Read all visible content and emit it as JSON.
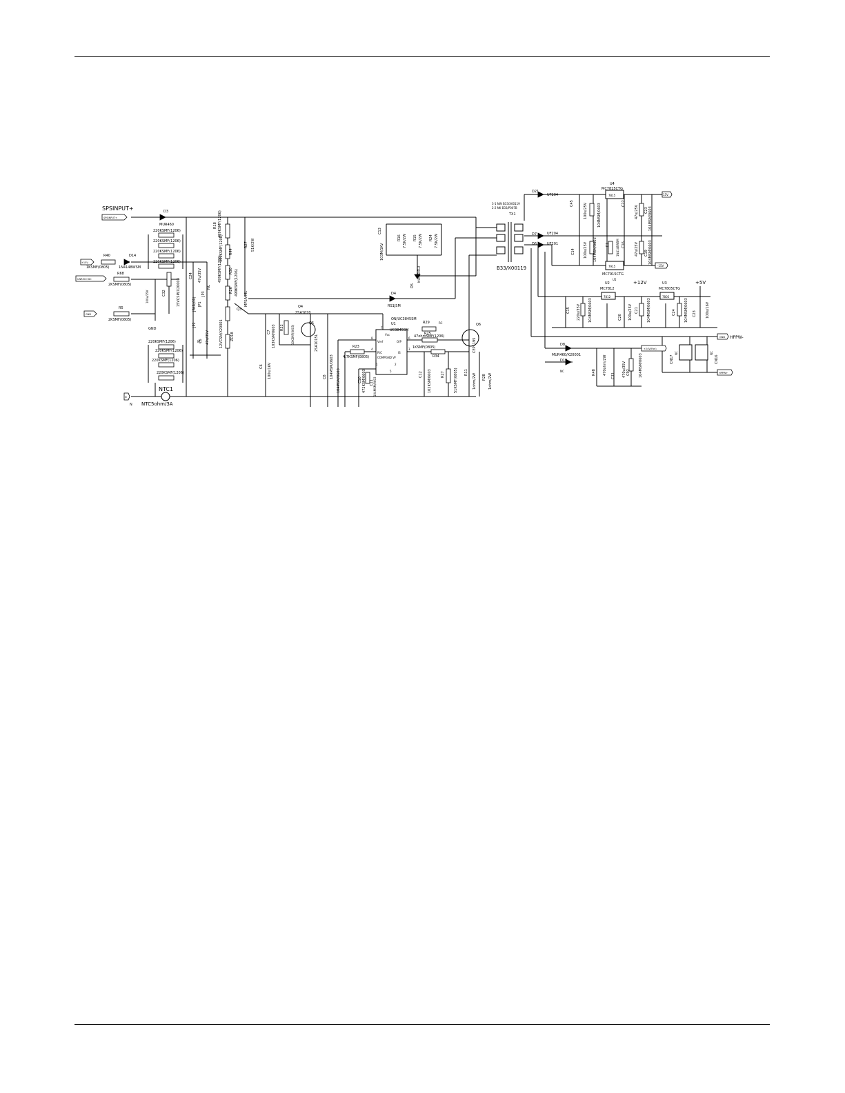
{
  "input": {
    "sps_input_label": "SPSINPUT+",
    "sps_input_flag": "SPSINPUT+",
    "v15_flag": "+15V",
    "unreg_flag": "UNREG+DC",
    "gnd_flag": "GND",
    "gnd_label": "GND",
    "n_flag": "N",
    "n_label": "N"
  },
  "components": {
    "D3": "D3",
    "D3_val": "MUR460",
    "R_top1": "220KSMF(1206)",
    "R_top2": "220KSMF(1206)",
    "R_top3": "220KSMF(1206)",
    "R_top4": "220KSMF(1206)",
    "R40": "R40",
    "R40_val": "1KSMF(0805)",
    "D14": "D14",
    "D14_val": "1N4148WSM",
    "R68": "R68",
    "R68_val": "2KSMF(0805)",
    "R5": "R5",
    "R5_val": "2KSMF(0805)",
    "C32": "C32",
    "C32_val": "15VCSM/X20003",
    "C_small_val": "100u/25V",
    "C24": "C24",
    "C24_val": "47u/35V",
    "JP3": "JP3",
    "JP1": "JP1",
    "JP2": "JP2",
    "JP1_val": "JPAR(0R)",
    "NC": "NC",
    "C5": "C5",
    "C5_val": "47u/35V",
    "R_bot1": "220KSMF(1206)",
    "R_bot2": "220KSMF(1206)",
    "R_bot3": "220KSMF(1206)",
    "R_bot4": "220KSMF(1206)",
    "NTC1": "NTC1",
    "NTC1_val": "NTC5ohm/3A",
    "R18": "R18",
    "R18_val": "499KSMF(1206)",
    "R44": "R44",
    "R44_val": "499KSMF(1206)",
    "R30": "R30",
    "R30_val": "499KSMF(1206)",
    "R26": "R26",
    "R26_val": "499KSMF(1206)",
    "ZD18": "ZD18",
    "ZD18_val": "12VCSM/X20001",
    "R27": "R27",
    "R27_val": "51K/2W",
    "Q3": "Q3",
    "Q3_val": "MPSA44L",
    "C13": "C13",
    "C13_val": "103M/1KV",
    "R16": "R16",
    "R16_val": "7.5K/2W",
    "R15": "R15",
    "R15_val": "7.5K/2W",
    "R24": "R24",
    "R24_val": "7.5K/2W",
    "D5": "D5",
    "D5_val": "MUR460FLU",
    "D4": "D4",
    "D4_val": "RS1JSM",
    "Q4": "Q4",
    "Q4_val": "2SA1020",
    "Q5": "Q5",
    "Q5_val": "2SA1015L",
    "C7": "C7",
    "C7_val": "103KSM/0603",
    "R22": "R22",
    "R22_val": "10KSMF(0603)",
    "C6": "C6",
    "C6_val": "100u/16V",
    "U1": "U1",
    "U1_mfr": "ON/UC3845SM",
    "U1_part": "UC3845SM",
    "U1_vcc": "Vcc",
    "U1_vref": "Vref",
    "U1_rc": "R/C",
    "U1_op": "O/P",
    "U1_is": "IS",
    "U1_comp": "COMPGND VF",
    "U1_p7": "7",
    "U1_p8": "8",
    "U1_p6": "6",
    "U1_p4": "4",
    "U1_p3": "3",
    "U1_p1": "1",
    "U1_p2": "2",
    "U1_p5": "5",
    "R29": "R29",
    "R29_val": "RC",
    "R25": "R25",
    "R25_val": "47ohmSMF(1206)",
    "R34": "R34",
    "R34_val": "1KSMF(0805)",
    "R23": "R23",
    "R23_val": "4.7KSMF(0805)",
    "Q6": "Q6",
    "Q6_val": "CEP1195",
    "C8": "C8",
    "C8_val": "104MSM/0603",
    "C9_val": "104MSM/0603",
    "C10": "C10",
    "C10_val": "472KSM/0603",
    "C11": "C11",
    "C11_val": "104MSM/0603",
    "C12": "C12",
    "C12_val": "102KSM/0603",
    "R27b": "R27",
    "R27b_val": "51KSMF(0805)",
    "R11": "R11",
    "R11_val": "1ohm/2W",
    "R28": "R28",
    "R28_val": "1ohm/2W",
    "TX1": "TX1",
    "TX1_val": "B33/X00119",
    "TX1_note1": "3-1 NW B33/X00119",
    "TX1_note2": "2-2 NK B33/P007B",
    "D21": "D21",
    "D21_val": "UF204",
    "D7": "D7",
    "D7_val": "UF204",
    "D6": "D6",
    "D6_val": "UF201",
    "U4": "U4",
    "U4_val": "MC7815CTG",
    "U4_box": "7815",
    "U5": "U5",
    "U5_val": "MC7915CTG",
    "U5_box": "7915",
    "C45": "C45",
    "C45_val": "100u/25V",
    "C_r1": "104MSM/0603",
    "C_r2": "104MSM/0603",
    "C22": "C22",
    "C22_val": "47u/25V",
    "C23": "C23",
    "C23_val": "104MSM/0603",
    "C14": "C14",
    "C14_val": "100u/25V",
    "E1": "E1",
    "E1_val": "1N4148WSM",
    "C16": "C16",
    "C16_val": "47u/25V",
    "C19": "C19",
    "C19_val": "104MSM/0603",
    "flag_15": "15V",
    "flag_m15": "-15V",
    "plus12": "+12V",
    "plus5": "+5V",
    "U2": "U2",
    "U2_val": "MC7812",
    "U2_box": "7812",
    "U3": "U3",
    "U3_val": "MC7805CTG",
    "U3_box": "7805",
    "C15": "C15",
    "C15_val": "220u/35V",
    "C15b_val": "104MSM/0603",
    "C20": "C20",
    "C20_val": "100u/25V",
    "C21": "C21",
    "C21_val": "104MSM/0603",
    "C24b": "C24",
    "C24b_val": "104MSM/0603",
    "C23b": "C23",
    "C23b_val": "100u/16V",
    "D8": "D8",
    "D8_val": "MUR460/X20001",
    "D19": "D19",
    "D19_val": "NC",
    "flag_24": "+24V(Fan)",
    "R48": "R48",
    "R48_val": "470ohm/2W",
    "C31": "C31",
    "C31_val": "470u/35V",
    "C92": "C92",
    "C92_val": "104MSM/0603",
    "gnd_out": "GND",
    "hppw": "HPPW-",
    "hppw_flag": "HPPW+",
    "CN17": "CN17",
    "CN16": "CN16",
    "cn_nc1": "NC",
    "cn_nc2": "NC"
  }
}
